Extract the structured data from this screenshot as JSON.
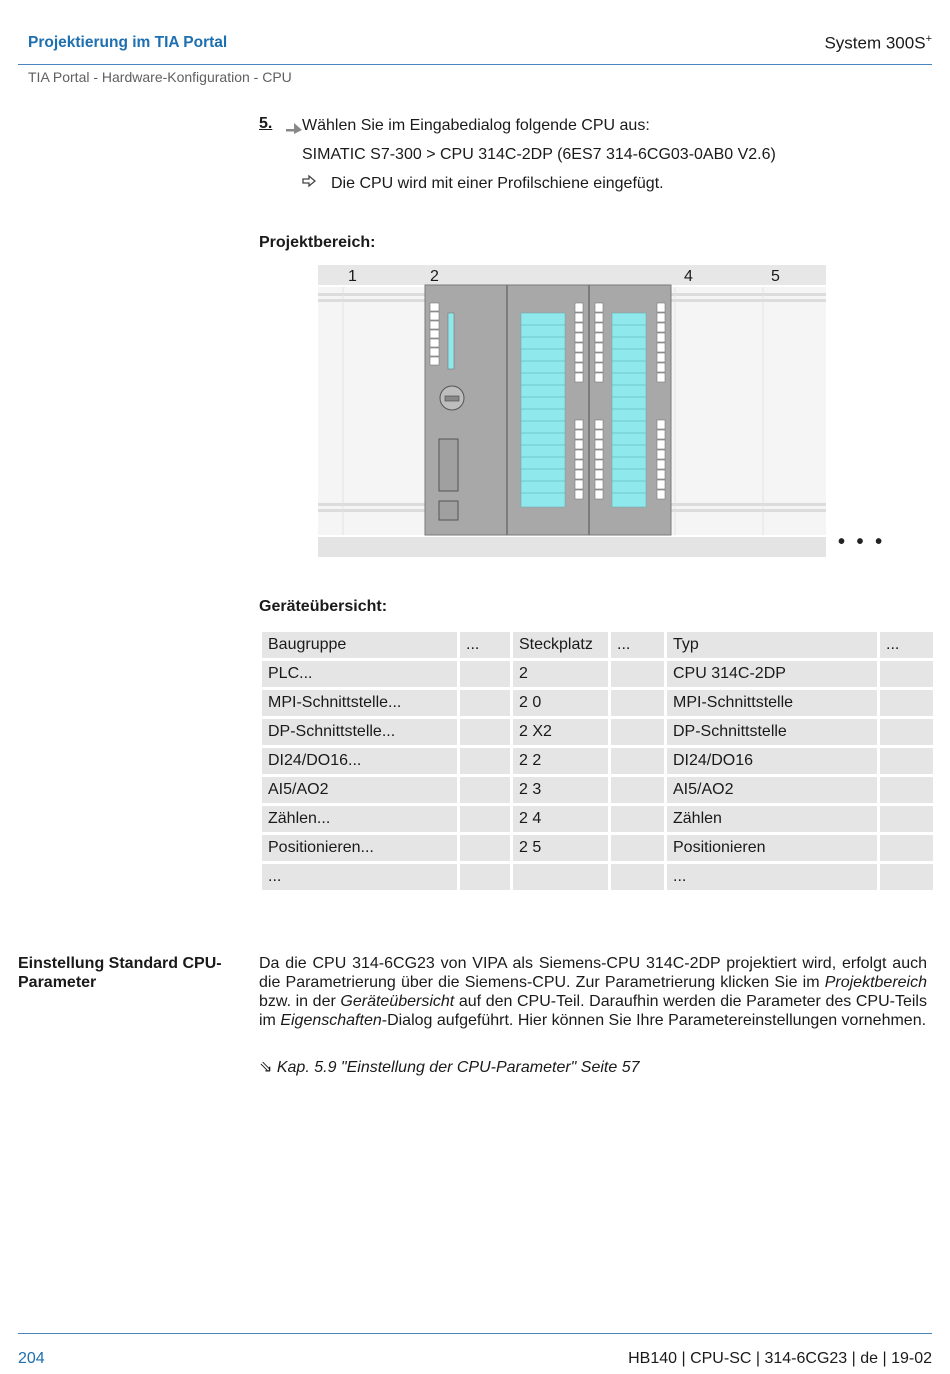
{
  "header": {
    "chapter": "Projektierung im TIA Portal",
    "product": "System 300S",
    "product_sup": "+",
    "subtitle": "TIA Portal - Hardware-Konfiguration - CPU"
  },
  "step": {
    "number": "5.",
    "text": "Wählen Sie im Eingabedialog folgende CPU aus:",
    "selection": "SIMATIC S7-300 > CPU 314C-2DP (6ES7 314-6CG03-0AB0 V2.6)",
    "result": "Die CPU wird mit einer Profilschiene eingefügt."
  },
  "project_area": {
    "heading": "Projektbereich:",
    "slots": [
      "1",
      "2",
      "4",
      "5"
    ],
    "more": "• • •"
  },
  "device_overview": {
    "heading": "Geräteübersicht:",
    "columns": [
      "Baugruppe",
      "...",
      "Steckplatz",
      "...",
      "Typ",
      "..."
    ],
    "rows": [
      [
        "PLC...",
        "",
        "2",
        "",
        "CPU 314C-2DP",
        ""
      ],
      [
        "MPI-Schnittstelle...",
        "",
        "2 0",
        "",
        "MPI-Schnittstelle",
        ""
      ],
      [
        "DP-Schnittstelle...",
        "",
        "2 X2",
        "",
        "DP-Schnittstelle",
        ""
      ],
      [
        "DI24/DO16...",
        "",
        "2 2",
        "",
        "DI24/DO16",
        ""
      ],
      [
        "AI5/AO2",
        "",
        "2 3",
        "",
        "AI5/AO2",
        ""
      ],
      [
        "Zählen...",
        "",
        "2 4",
        "",
        "Zählen",
        ""
      ],
      [
        "Positionieren...",
        "",
        "2 5",
        "",
        "Positionieren",
        ""
      ],
      [
        "...",
        "",
        "",
        "",
        "...",
        ""
      ]
    ]
  },
  "cpu_params": {
    "side_heading": "Einstellung Standard CPU-Parameter",
    "p1": "Da die CPU 314-6CG23 von VIPA als Siemens-CPU 314C-2DP projektiert wird, erfolgt auch die Parametrierung über die Siemens-CPU. Zur Parametrierung klicken Sie im ",
    "p_em1": "Projektbereich",
    "p2": " bzw. in der ",
    "p_em2": "Geräteübersicht",
    "p3": " auf den CPU-Teil. Daraufhin werden die Parameter des CPU-Teils im ",
    "p_em3": "Eigenschaften",
    "p4": "-Dialog aufgeführt. Hier können Sie Ihre Parametereinstellungen vornehmen.",
    "xref_symbol": "⇘",
    "xref": "Kap. 5.9 \"Einstellung der CPU-Parameter\" Seite 57"
  },
  "footer": {
    "page": "204",
    "doc": "HB140 | CPU-SC | 314-6CG23 | de | 19-02"
  },
  "colors": {
    "accent_blue": "#1d6fb0",
    "rule_blue": "#4a86bd",
    "module_gray": "#a8a8a8",
    "display_cyan": "#8fe8ec"
  }
}
